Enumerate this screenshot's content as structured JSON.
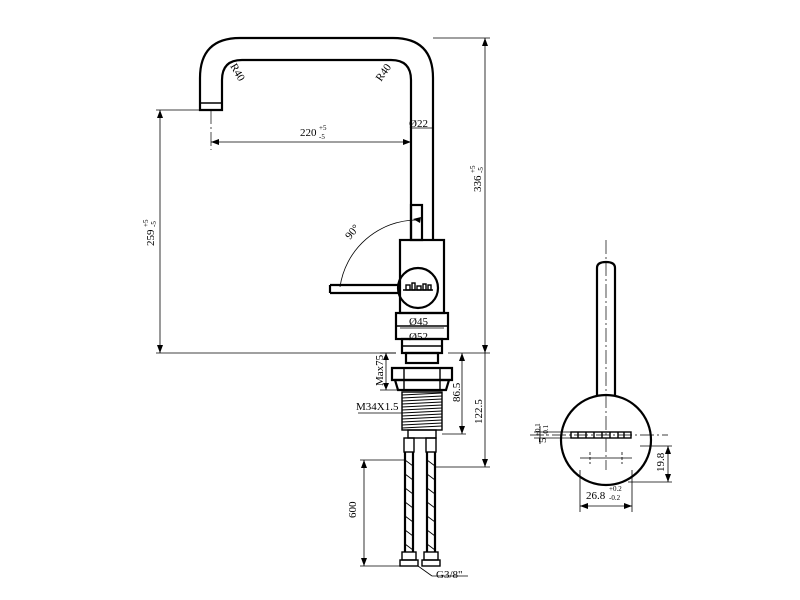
{
  "dimensions": {
    "r40_left": "R40",
    "r40_right": "R40",
    "reach": "220",
    "reach_tol_upper": "+5",
    "reach_tol_lower": "-5",
    "pipe_dia": "Ø22",
    "total_height": "336",
    "total_height_tol_upper": "+5",
    "total_height_tol_lower": "-5",
    "spout_height": "259",
    "spout_height_tol_upper": "+5",
    "spout_height_tol_lower": "-5",
    "lever_angle": "90°",
    "body_dia": "Ø45",
    "base_dia": "Ø52",
    "max_thickness": "Max75",
    "shank_length": "86.5",
    "under_length": "122.5",
    "thread": "M34X1.5",
    "hose_length": "600",
    "hose_thread": "G3/8\"",
    "side_offset": "5",
    "side_offset_tol_upper": "+0.1",
    "side_offset_tol_lower": "-0.1",
    "side_height": "19.8",
    "side_width": "26.8",
    "side_width_tol_upper": "+0.2",
    "side_width_tol_lower": "-0.2"
  }
}
